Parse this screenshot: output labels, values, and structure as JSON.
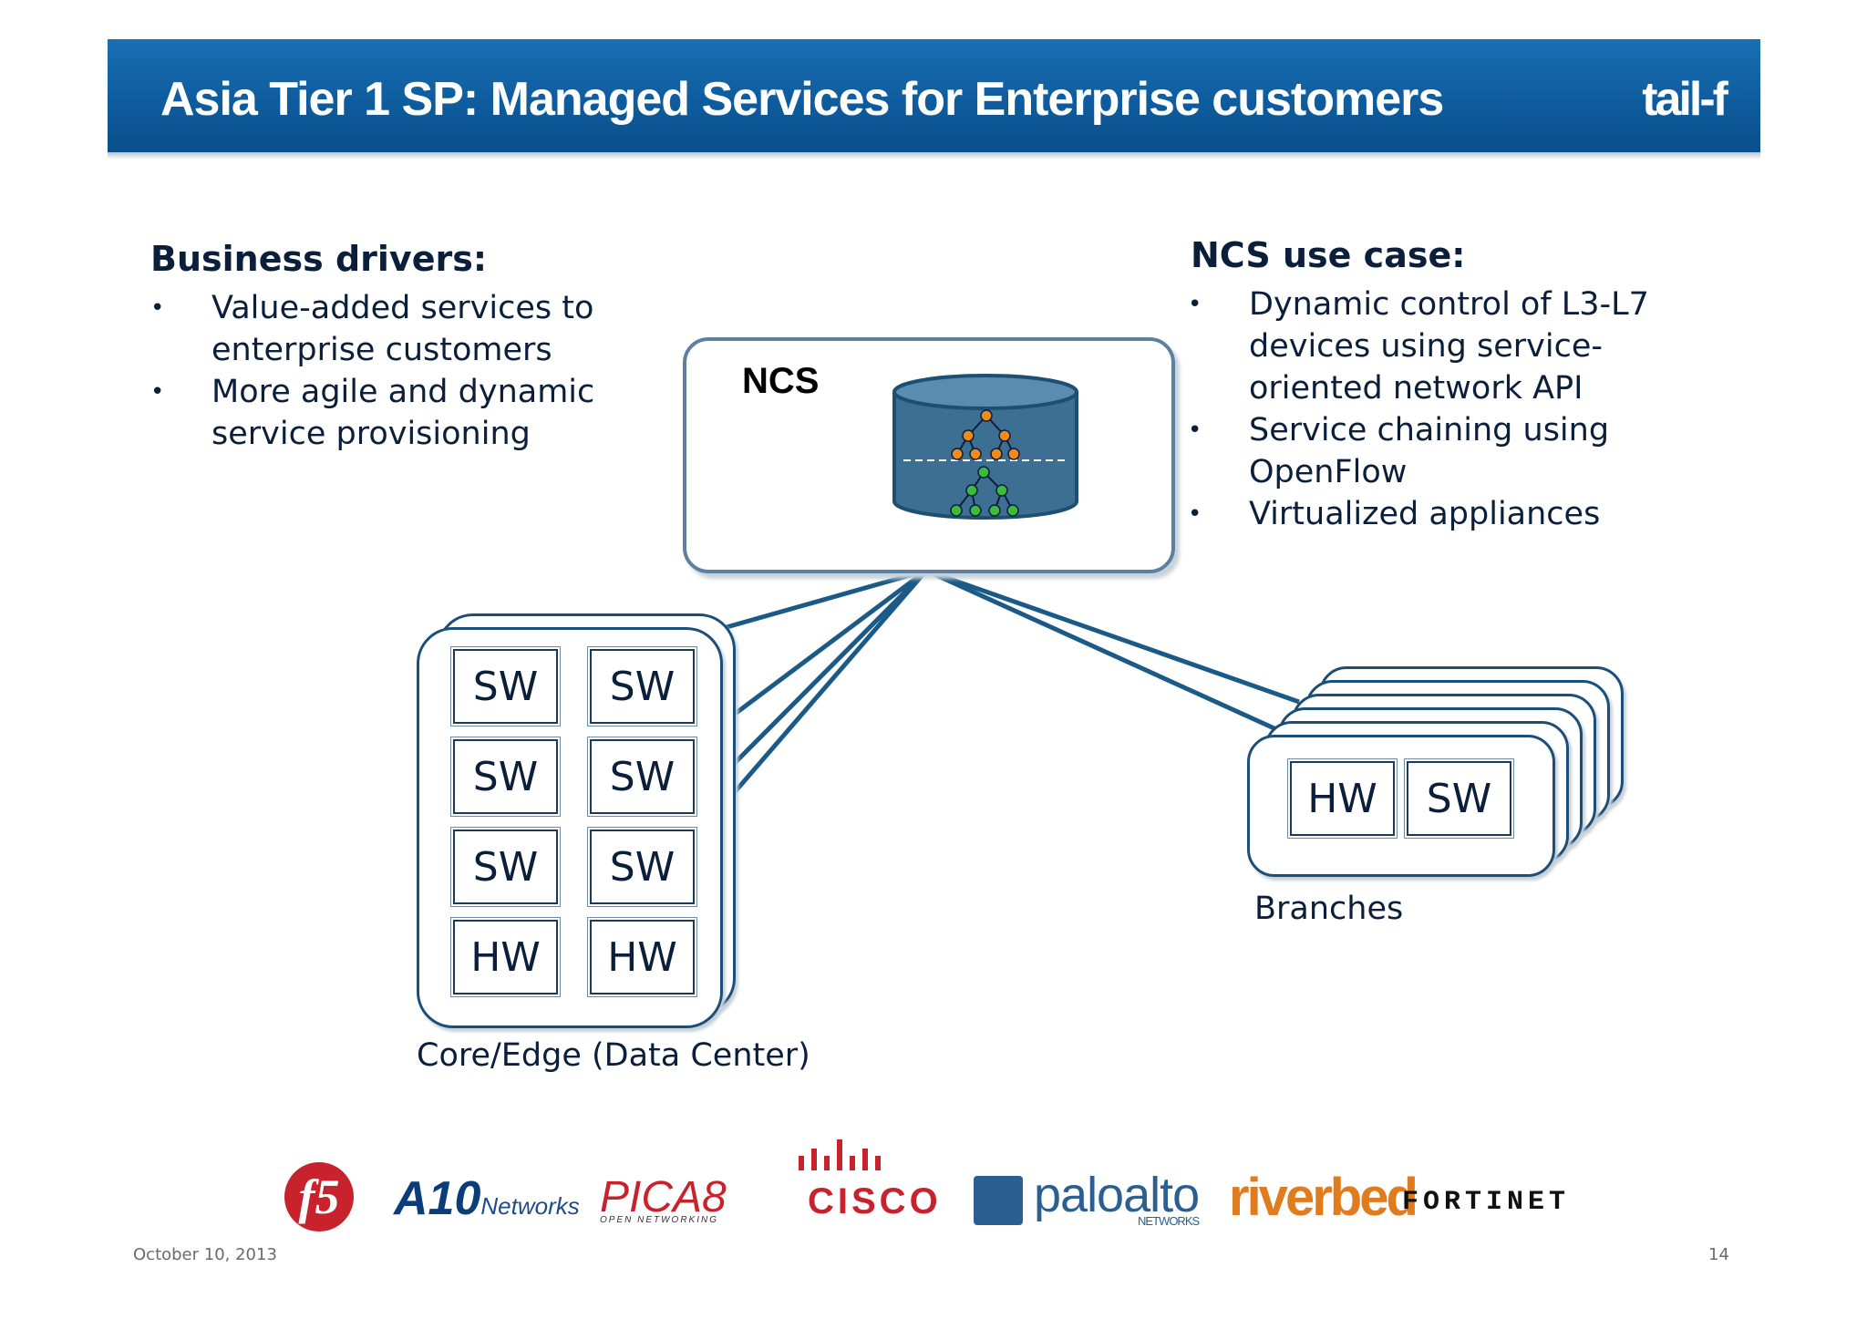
{
  "header": {
    "title": "Asia Tier 1 SP: Managed Services for Enterprise customers",
    "brand": "tail-f"
  },
  "business": {
    "heading": "Business drivers:",
    "bullets": [
      {
        "line1": "Value-added services to",
        "line2": "enterprise customers"
      },
      {
        "line1": "More agile and dynamic",
        "line2": "service provisioning"
      }
    ]
  },
  "ncs_use_case": {
    "heading": "NCS use case:",
    "bullets": [
      {
        "lines": [
          "Dynamic control of  L3-L7",
          "devices using service-",
          "oriented network API"
        ]
      },
      {
        "lines": [
          "Service chaining using",
          "OpenFlow"
        ]
      },
      {
        "lines": [
          "Virtualized appliances"
        ]
      }
    ]
  },
  "ncs": {
    "label": "NCS"
  },
  "core": {
    "tiles": [
      "SW",
      "SW",
      "SW",
      "SW",
      "SW",
      "SW",
      "HW",
      "HW"
    ],
    "caption": "Core/Edge (Data Center)"
  },
  "branches": {
    "tiles": [
      "HW",
      "SW"
    ],
    "caption": "Branches"
  },
  "logos": {
    "f5": "f5",
    "a10": "A10",
    "a10_sub": "Networks",
    "pica8": "PICA8",
    "pica8_sub": "OPEN NETWORKING",
    "cisco": "CISCO",
    "paloalto": "paloalto",
    "paloalto_sub": "NETWORKS",
    "riverbed": "riverbed",
    "fortinet": "FORTINET"
  },
  "footer": {
    "date": "October 10, 2013",
    "page": "14"
  },
  "colors": {
    "header_blue": "#0e5c9e",
    "link_line": "#1b5a86",
    "text": "#0b1f3a"
  }
}
